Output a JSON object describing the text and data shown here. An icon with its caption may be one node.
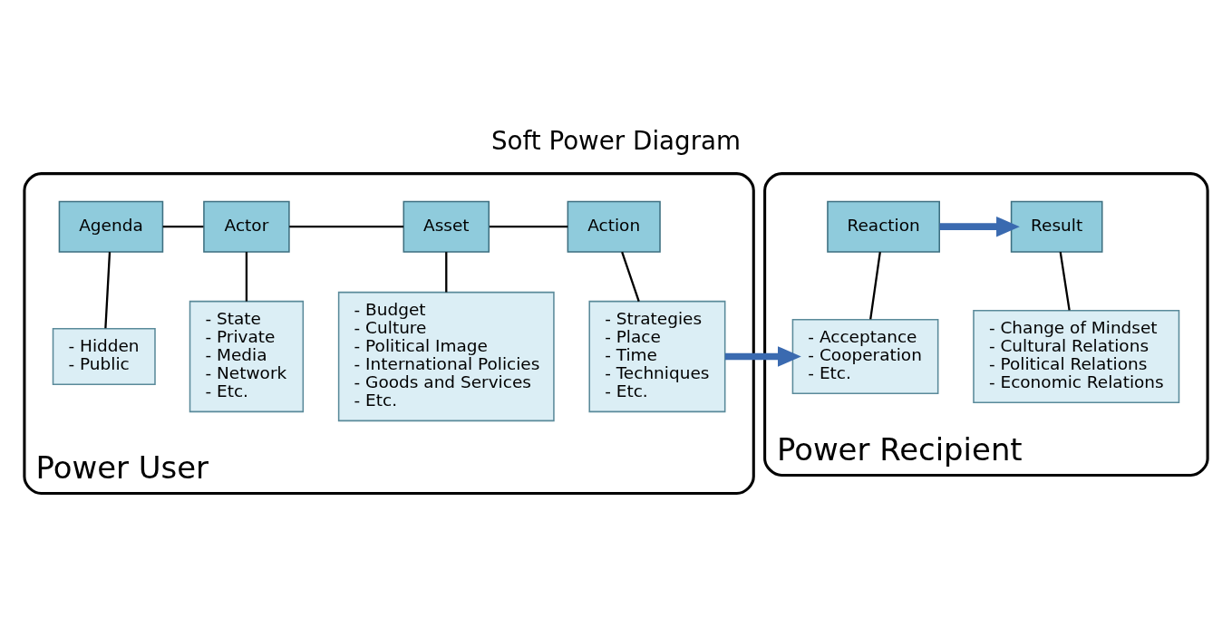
{
  "diagram": {
    "title": "Soft Power Diagram",
    "nodes": [
      {
        "text": [
          "Power User"
        ]
      },
      {
        "text": [
          "Agenda"
        ],
        "in": 0
      },
      {
        "text": [
          "- Hidden",
          "- Public"
        ],
        "in": 0
      },
      {
        "text": [
          "Actor"
        ],
        "in": 0
      },
      {
        "text": [
          "- State",
          "- Private",
          "- Media",
          "- Network",
          "- Etc."
        ],
        "in": 0
      },
      {
        "text": [
          "Asset"
        ],
        "in": 0
      },
      {
        "text": [
          "- Budget",
          "- Culture",
          "- Political Image",
          "- International Policies",
          "- Goods and Services",
          "- Etc."
        ],
        "in": 0
      },
      {
        "text": [
          "Action"
        ],
        "in": 0
      },
      {
        "text": [
          "- Strategies",
          "- Place",
          "- Time",
          "- Techniques",
          "- Etc."
        ],
        "in": 0
      },
      {
        "text": [
          "Power Recipient"
        ]
      },
      {
        "text": [
          "Reaction"
        ],
        "in": 9
      },
      {
        "text": [
          "- Acceptance",
          "- Cooperation",
          "- Etc."
        ],
        "in": 9
      },
      {
        "text": [
          "Result"
        ],
        "in": 9
      },
      {
        "text": [
          "- Change of Mindset",
          "- Cultural Relations",
          "- Political Relations",
          "- Economic Relations"
        ],
        "in": 9
      }
    ],
    "edges": [
      {
        "from": 1,
        "to": 3,
        "arrow": "none"
      },
      {
        "from": 3,
        "to": 5,
        "arrow": "none"
      },
      {
        "from": 5,
        "to": 7,
        "arrow": "none"
      },
      {
        "from": 1,
        "to": 2,
        "arrow": "none"
      },
      {
        "from": 3,
        "to": 4,
        "arrow": "none"
      },
      {
        "from": 5,
        "to": 6,
        "arrow": "none"
      },
      {
        "from": 7,
        "to": 8,
        "arrow": "none"
      },
      {
        "from": 8,
        "to": 11,
        "arrow": "to",
        "style": "thick",
        "color": "#3a6ab0"
      },
      {
        "from": 10,
        "to": 12,
        "arrow": "to",
        "style": "thick",
        "color": "#3a6ab0"
      },
      {
        "from": 10,
        "to": 11,
        "arrow": "none"
      },
      {
        "from": 12,
        "to": 13,
        "arrow": "none"
      }
    ]
  }
}
